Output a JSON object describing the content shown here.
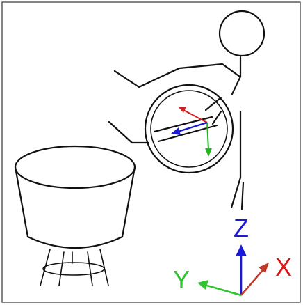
{
  "axes": {
    "z": {
      "label": "Z",
      "color": "#1a1ad6"
    },
    "y": {
      "label": "Y",
      "color": "#2fc42f"
    },
    "x": {
      "label": "X",
      "color": "#e01515"
    }
  },
  "inset_axes": {
    "x_color": "#d42020",
    "y_color": "#1fb51f",
    "z_color": "#1a1ad6"
  },
  "ink_color": "#111111",
  "x_arrow_color": "#c0392b"
}
